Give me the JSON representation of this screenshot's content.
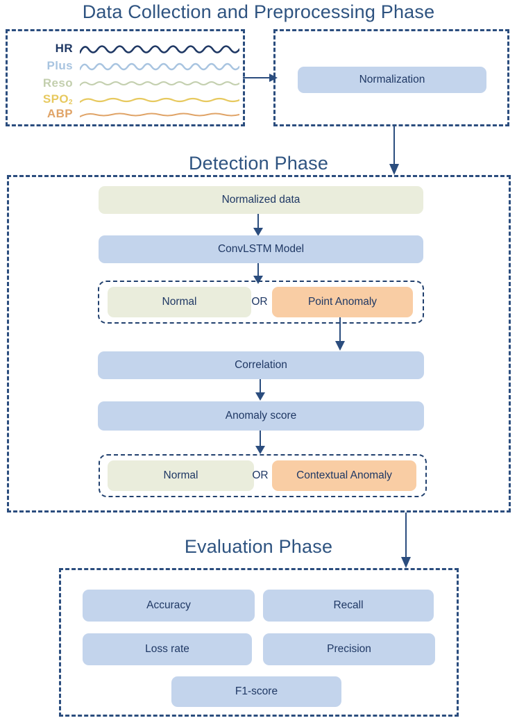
{
  "phases": [
    {
      "key": "collection",
      "title": "Data Collection and Preprocessing Phase"
    },
    {
      "key": "detection",
      "title": "Detection Phase"
    },
    {
      "key": "evaluation",
      "title": "Evaluation Phase"
    }
  ],
  "collection": {
    "signals": [
      {
        "name": "HR",
        "color": "#1f3864",
        "amplitude": 7,
        "periods": 9,
        "width": 2.6
      },
      {
        "name": "Plus",
        "color": "#a8c4e0",
        "amplitude": 6.5,
        "periods": 10,
        "width": 2.4
      },
      {
        "name": "Reso",
        "color": "#c3cfae",
        "amplitude": 4,
        "periods": 10,
        "width": 2.0
      },
      {
        "name": "SPO",
        "sub": "2",
        "color": "#e7c95f",
        "amplitude": 4,
        "periods": 6,
        "width": 2.2
      },
      {
        "name": "ABP",
        "color": "#e0a468",
        "amplitude": 3.5,
        "periods": 5,
        "width": 2.0
      }
    ],
    "preprocessing_node": "Normalization"
  },
  "detection": {
    "normalized_data": "Normalized data",
    "model": "ConvLSTM  Model",
    "decision_one": {
      "normal": "Normal",
      "or": "OR",
      "anomaly": "Point Anomaly"
    },
    "correlation": "Correlation",
    "anomaly_score": "Anomaly score",
    "decision_two": {
      "normal": "Normal",
      "or": "OR",
      "anomaly": "Contextual Anomaly"
    }
  },
  "evaluation": {
    "metrics": [
      {
        "label": "Accuracy"
      },
      {
        "label": "Recall"
      },
      {
        "label": "Loss rate"
      },
      {
        "label": "Precision"
      },
      {
        "label": "F1-score"
      }
    ]
  },
  "colors": {
    "title": "#2e5380",
    "dashed_border": "#2b4d7e",
    "blue_node": "#c3d4ec",
    "green_node": "#eaeddc",
    "orange_node": "#f9cda4",
    "arrow": "#2b4d7e",
    "text": "#1f3864"
  }
}
